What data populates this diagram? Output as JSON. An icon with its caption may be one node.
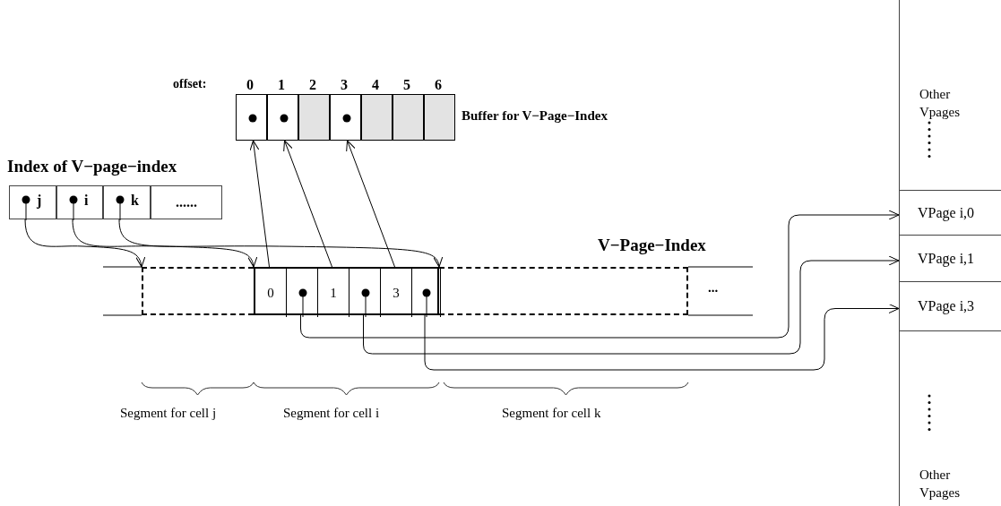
{
  "diagram": {
    "nodes": [
      {
        "text": [
          "Buffer for V−Page−Index"
        ]
      },
      {
        "text": [],
        "shape": "box",
        "in": 0
      },
      {
        "text": [],
        "shape": "box",
        "in": 0
      },
      {
        "text": [],
        "shape": "box",
        "in": 0
      },
      {
        "text": [],
        "shape": "box",
        "in": 0
      },
      {
        "text": [],
        "shape": "box",
        "in": 0
      },
      {
        "text": [],
        "shape": "box",
        "in": 0
      },
      {
        "text": [],
        "shape": "box",
        "in": 0
      },
      {
        "text": [
          "Index of V−page−index"
        ]
      },
      {
        "text": [
          "j"
        ],
        "in": 8
      },
      {
        "text": [
          "i"
        ],
        "in": 8
      },
      {
        "text": [
          "k"
        ],
        "in": 8
      },
      {
        "text": [
          "......"
        ],
        "in": 8
      },
      {
        "text": [
          "V−Page−Index",
          "..."
        ]
      },
      {
        "text": [],
        "shape": "box",
        "in": 13
      },
      {
        "text": [],
        "shape": "box",
        "in": 13
      },
      {
        "text": [],
        "shape": "box",
        "in": 13
      },
      {
        "text": [
          "0"
        ],
        "in": 15
      },
      {
        "text": [],
        "shape": "box",
        "in": 15
      },
      {
        "text": [
          "1"
        ],
        "in": 15
      },
      {
        "text": [],
        "shape": "box",
        "in": 15
      },
      {
        "text": [
          "3"
        ],
        "in": 15
      },
      {
        "text": [],
        "shape": "box",
        "in": 15
      },
      {
        "text": [],
        "shape": "box"
      },
      {
        "text": [
          "Other Vpages"
        ],
        "in": 23
      },
      {
        "text": [
          "VPage i,0"
        ],
        "in": 23
      },
      {
        "text": [
          "VPage i,1"
        ],
        "in": 23
      },
      {
        "text": [
          "VPage i,3"
        ],
        "in": 23
      },
      {
        "text": [
          "Other Vpages"
        ],
        "in": 23
      }
    ],
    "edges": [
      {
        "from": 17,
        "to": 1,
        "arrow": "to"
      },
      {
        "from": 19,
        "to": 2,
        "arrow": "to"
      },
      {
        "from": 21,
        "to": 4,
        "arrow": "to"
      },
      {
        "from": 9,
        "to": 14,
        "arrow": "to"
      },
      {
        "from": 10,
        "to": 15,
        "arrow": "to"
      },
      {
        "from": 11,
        "to": 16,
        "arrow": "to"
      },
      {
        "from": 18,
        "to": 25,
        "arrow": "to"
      },
      {
        "from": 20,
        "to": 26,
        "arrow": "to"
      },
      {
        "from": 22,
        "to": 27,
        "arrow": "to"
      }
    ],
    "labels": [
      "offset:",
      "0",
      "1",
      "2",
      "3",
      "4",
      "5",
      "6",
      "Segment for cell j",
      "Segment for cell i",
      "Segment for cell k"
    ]
  }
}
